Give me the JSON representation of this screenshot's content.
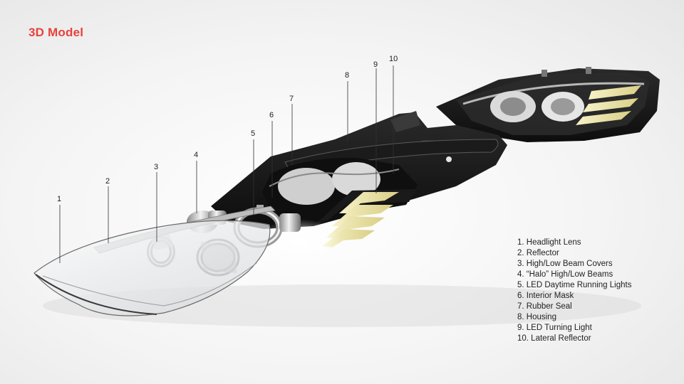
{
  "title": "3D Model",
  "accent_color": "#e8413a",
  "callouts": [
    "1",
    "2",
    "3",
    "4",
    "5",
    "6",
    "7",
    "8",
    "9",
    "10"
  ],
  "legend": [
    "1. Headlight Lens",
    "2. Reflector",
    "3. High/Low Beam Covers",
    "4. “Halo” High/Low Beams",
    "5. LED Daytime Running Lights",
    "6. Interior Mask",
    "7. Rubber Seal",
    "8. Housing",
    "9. LED Turning Light",
    "10. Lateral Reflector"
  ]
}
